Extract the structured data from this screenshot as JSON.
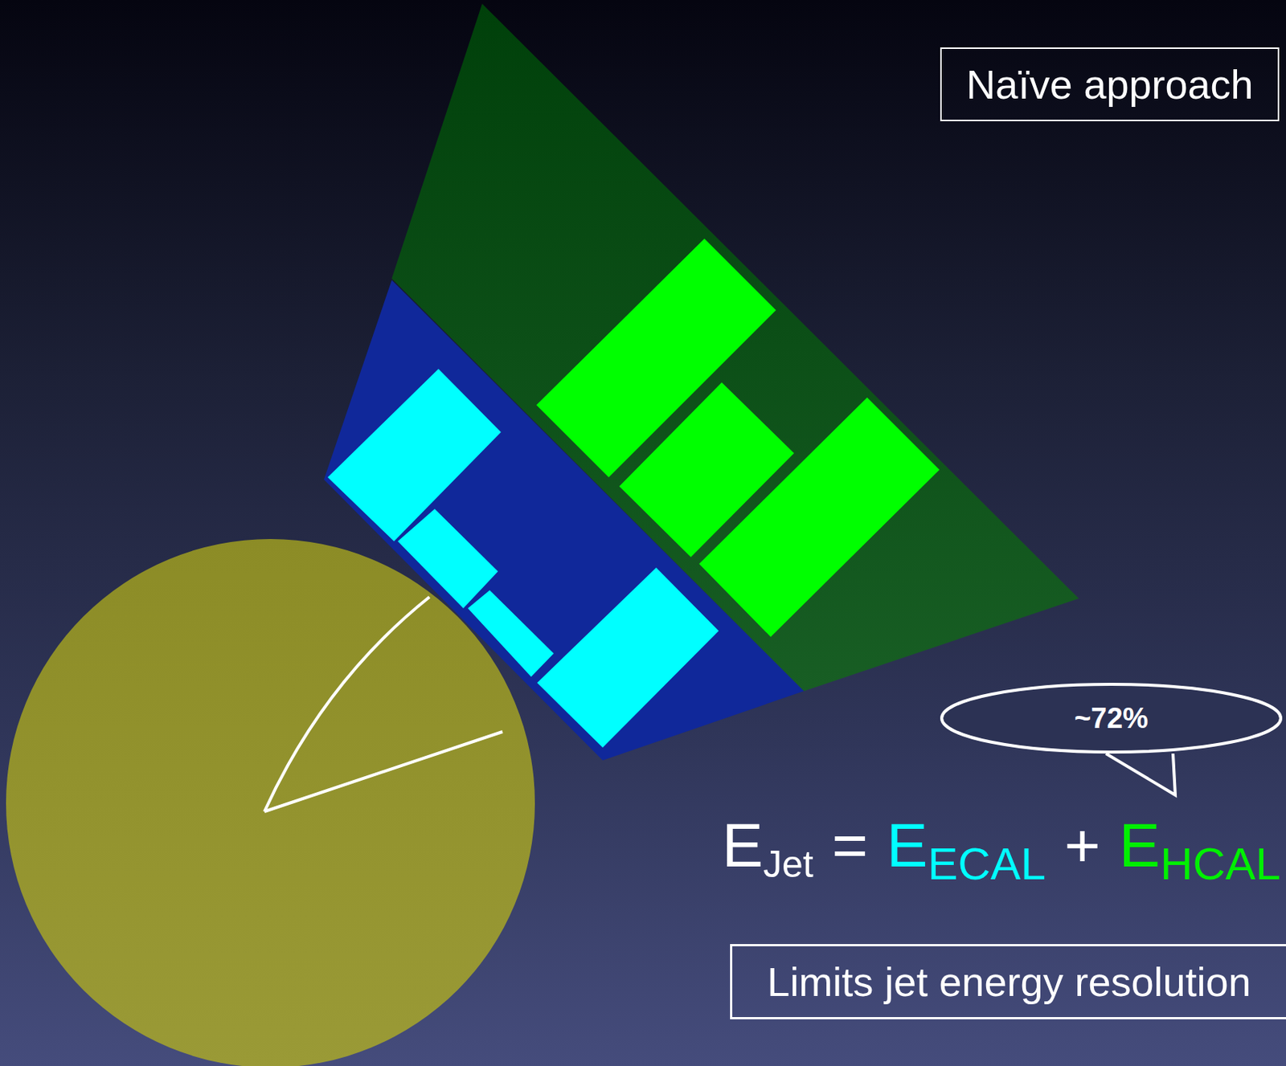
{
  "diagram": {
    "nodes": [
      {
        "text": [
          "Naïve approach"
        ]
      },
      {
        "text": [
          "~72%"
        ]
      },
      {
        "text": [
          "Limits jet energy resolution"
        ]
      }
    ],
    "labels": [
      "E",
      "Jet",
      "=",
      "E",
      "ECAL",
      "+",
      "E",
      "HCAL"
    ]
  }
}
